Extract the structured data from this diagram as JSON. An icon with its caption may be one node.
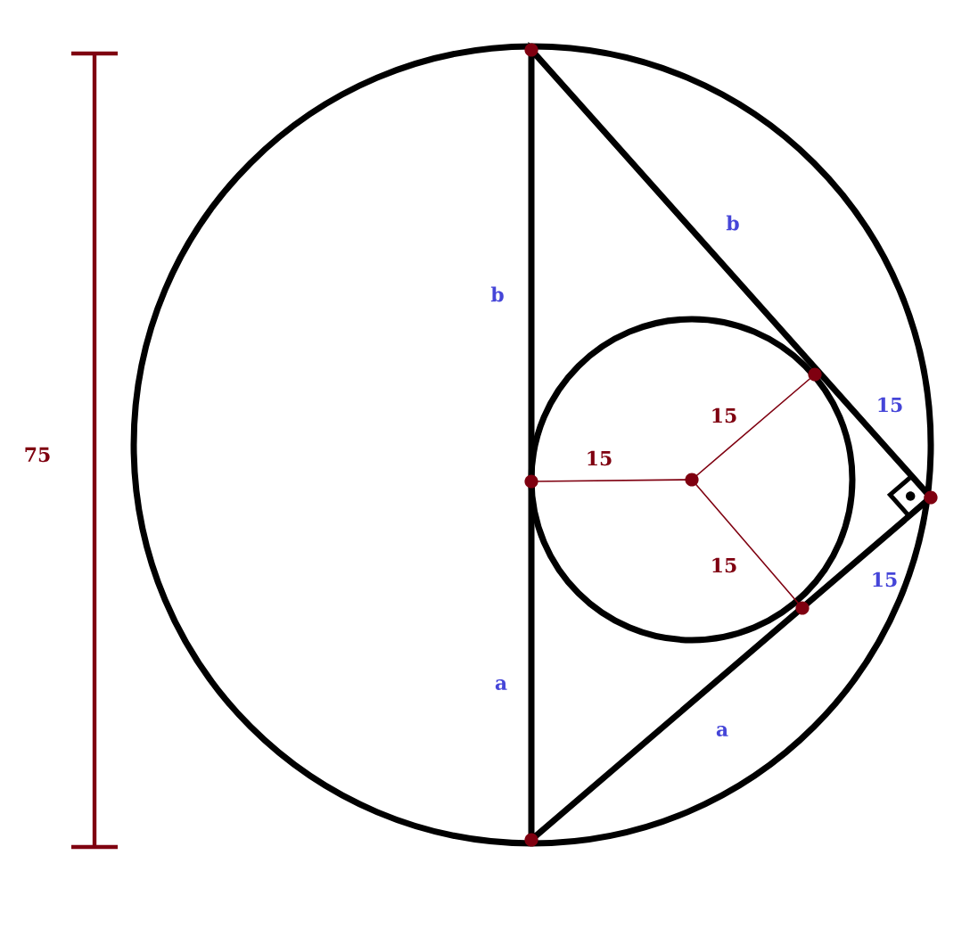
{
  "diagram": {
    "labels": [
      "b",
      "b",
      "15",
      "15",
      "75",
      "15",
      "15",
      "15",
      "a",
      "a"
    ]
  }
}
